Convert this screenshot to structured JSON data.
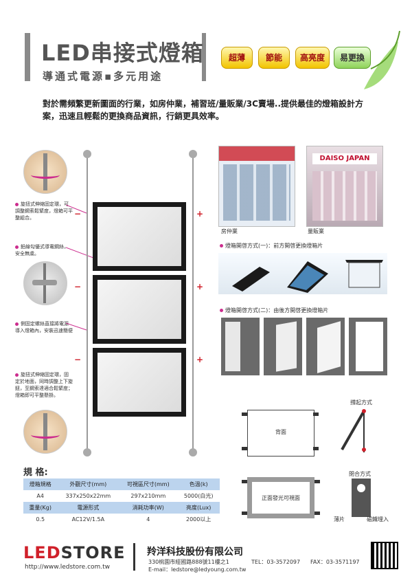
{
  "header": {
    "title": "LED串接式燈箱",
    "subtitle": "導通式電源▪多元用途",
    "badges": [
      "超薄",
      "節能",
      "高亮度",
      "易更換"
    ]
  },
  "intro": "對於需頻繁更新圖面的行業，如房仲業，補習班/量販業/3C賣場..提供最佳的燈箱設計方案，迅速且輕鬆的更換商品資訊，行銷更具效率。",
  "left_notes": [
    "旋扭式伸縮固定環，可調整鋼索鬆緊度，燈箱可平整組合。",
    "鉛線勾優式導電鋼絲，安全無虞。",
    "側固定螺絲直接將電源導入燈箱內，安裝迅速簡便",
    "旋扭式伸縮固定環，固定於地面，同時調整上下旋鈕，至鋼索達適合鬆緊度；燈箱即可平整懸掛。"
  ],
  "photos": {
    "left_caption": "房仲業",
    "right_caption": "量販業",
    "store_sign": "DAISO JAPAN"
  },
  "methods": {
    "front": "燈箱開啓方式(一)：前方開啓更換燈箱片",
    "back": "燈箱開啓方式(二)：由後方開啓更換燈箱片"
  },
  "lift": {
    "label": "撐起方式",
    "back_label": "背面"
  },
  "close": {
    "label": "閉合方式",
    "front_label": "正面發光可視面",
    "sheet_label": "薄片",
    "magnet_label": "磁鐵埋入"
  },
  "spec": {
    "heading": "規 格:",
    "row1_headers": [
      "燈箱規格",
      "外觀尺寸(mm)",
      "可視區尺寸(mm)",
      "色溫(k)"
    ],
    "row1_values": [
      "A4",
      "337x250x22mm",
      "297x210mm",
      "5000(白光)"
    ],
    "row2_headers": [
      "重量(Kg)",
      "電源形式",
      "消耗功率(W)",
      "亮度(Lux)"
    ],
    "row2_values": [
      "0.5",
      "AC12V/1.5A",
      "4",
      "2000以上"
    ]
  },
  "footer": {
    "brand_led": "LED",
    "brand_store": "STORE",
    "url": "http://www.ledstore.com.tw",
    "company": "羚洋科技股份有限公司",
    "address": "330桃園市經國路888號11樓之1",
    "tel": "TEL：03-3572097",
    "fax": "FAX：03-3571197",
    "email": "E-mail：ledstore@ledyoung.com.tw"
  },
  "colors": {
    "accent_magenta": "#cc2d8e",
    "brand_red": "#d0202a",
    "table_header": "#bcd4ee"
  }
}
